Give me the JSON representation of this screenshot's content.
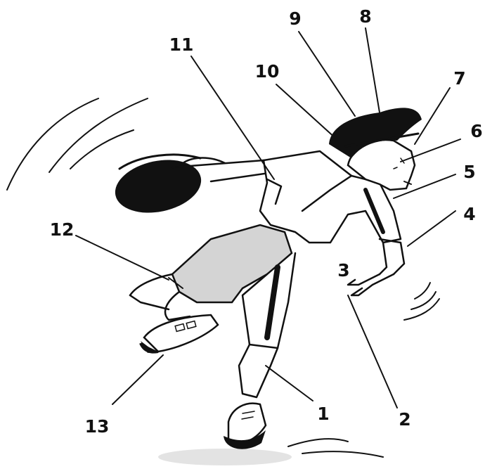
{
  "labels": [
    {
      "id": "1",
      "text": "1",
      "part": "shin"
    },
    {
      "id": "2",
      "text": "2",
      "part": "fingers"
    },
    {
      "id": "3",
      "text": "3",
      "part": "hand"
    },
    {
      "id": "4",
      "text": "4",
      "part": "wrist"
    },
    {
      "id": "5",
      "text": "5",
      "part": "neck"
    },
    {
      "id": "6",
      "text": "6",
      "part": "nose"
    },
    {
      "id": "7",
      "text": "7",
      "part": "eye"
    },
    {
      "id": "8",
      "text": "8",
      "part": "forehead"
    },
    {
      "id": "9",
      "text": "9",
      "part": "hair"
    },
    {
      "id": "10",
      "text": "10",
      "part": "ear"
    },
    {
      "id": "11",
      "text": "11",
      "part": "shoulder"
    },
    {
      "id": "12",
      "text": "12",
      "part": "knee"
    },
    {
      "id": "13",
      "text": "13",
      "part": "foot"
    }
  ],
  "colors": {
    "ink": "#111111",
    "shorts_shade": "#d4d4d4",
    "background": "#ffffff"
  }
}
